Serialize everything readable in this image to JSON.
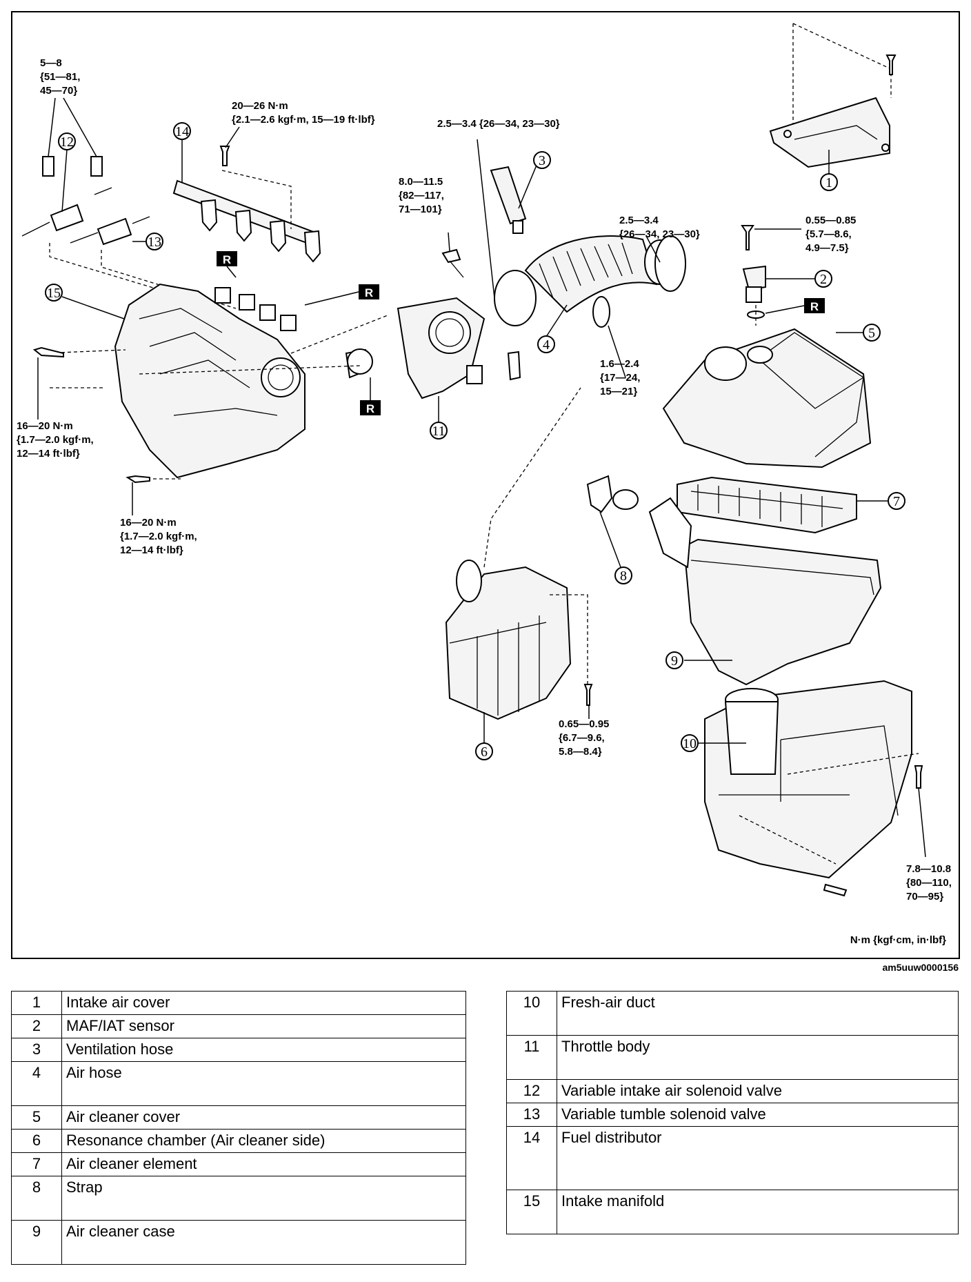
{
  "diagram": {
    "torque_labels": {
      "t_12": [
        "5—8",
        "{51—81,",
        "45—70}"
      ],
      "t_14": [
        "20—26 N·m",
        "{2.1—2.6 kgf·m, 15—19 ft·lbf}"
      ],
      "t_4top": [
        "2.5—3.4 {26—34, 23—30}"
      ],
      "t_11": [
        "8.0—11.5",
        "{82—117,",
        "71—101}"
      ],
      "t_clamp": [
        "2.5—3.4",
        "{26—34, 23—30}"
      ],
      "t_2": [
        "0.55—0.85",
        "{5.7—8.6,",
        "4.9—7.5}"
      ],
      "t_hose": [
        "1.6—2.4",
        "{17—24,",
        "15—21}"
      ],
      "t_15a": [
        "16—20 N·m",
        "{1.7—2.0 kgf·m,",
        "12—14 ft·lbf}"
      ],
      "t_15b": [
        "16—20 N·m",
        "{1.7—2.0 kgf·m,",
        "12—14 ft·lbf}"
      ],
      "t_6": [
        "0.65—0.95",
        "{6.7—9.6,",
        "5.8—8.4}"
      ],
      "t_10": [
        "7.8—10.8",
        "{80—110,",
        "70—95}"
      ]
    },
    "callouts": [
      "1",
      "2",
      "3",
      "4",
      "5",
      "6",
      "7",
      "8",
      "9",
      "10",
      "11",
      "12",
      "13",
      "14",
      "15"
    ],
    "replace_mark": "R",
    "units": "N·m {kgf·cm, in·lbf}",
    "image_code": "am5uuw0000156"
  },
  "legend_left": [
    {
      "num": "1",
      "name": "Intake air cover"
    },
    {
      "num": "2",
      "name": "MAF/IAT sensor"
    },
    {
      "num": "3",
      "name": "Ventilation hose"
    },
    {
      "num": "4",
      "name": "Air hose"
    },
    {
      "num": "5",
      "name": "Air cleaner cover"
    },
    {
      "num": "6",
      "name": "Resonance chamber (Air cleaner side)"
    },
    {
      "num": "7",
      "name": "Air cleaner element"
    },
    {
      "num": "8",
      "name": "Strap"
    },
    {
      "num": "9",
      "name": "Air cleaner case"
    }
  ],
  "legend_right": [
    {
      "num": "10",
      "name": "Fresh-air duct"
    },
    {
      "num": "11",
      "name": "Throttle body"
    },
    {
      "num": "12",
      "name": "Variable intake air solenoid valve"
    },
    {
      "num": "13",
      "name": "Variable tumble solenoid valve"
    },
    {
      "num": "14",
      "name": "Fuel distributor"
    },
    {
      "num": "15",
      "name": "Intake manifold"
    }
  ]
}
